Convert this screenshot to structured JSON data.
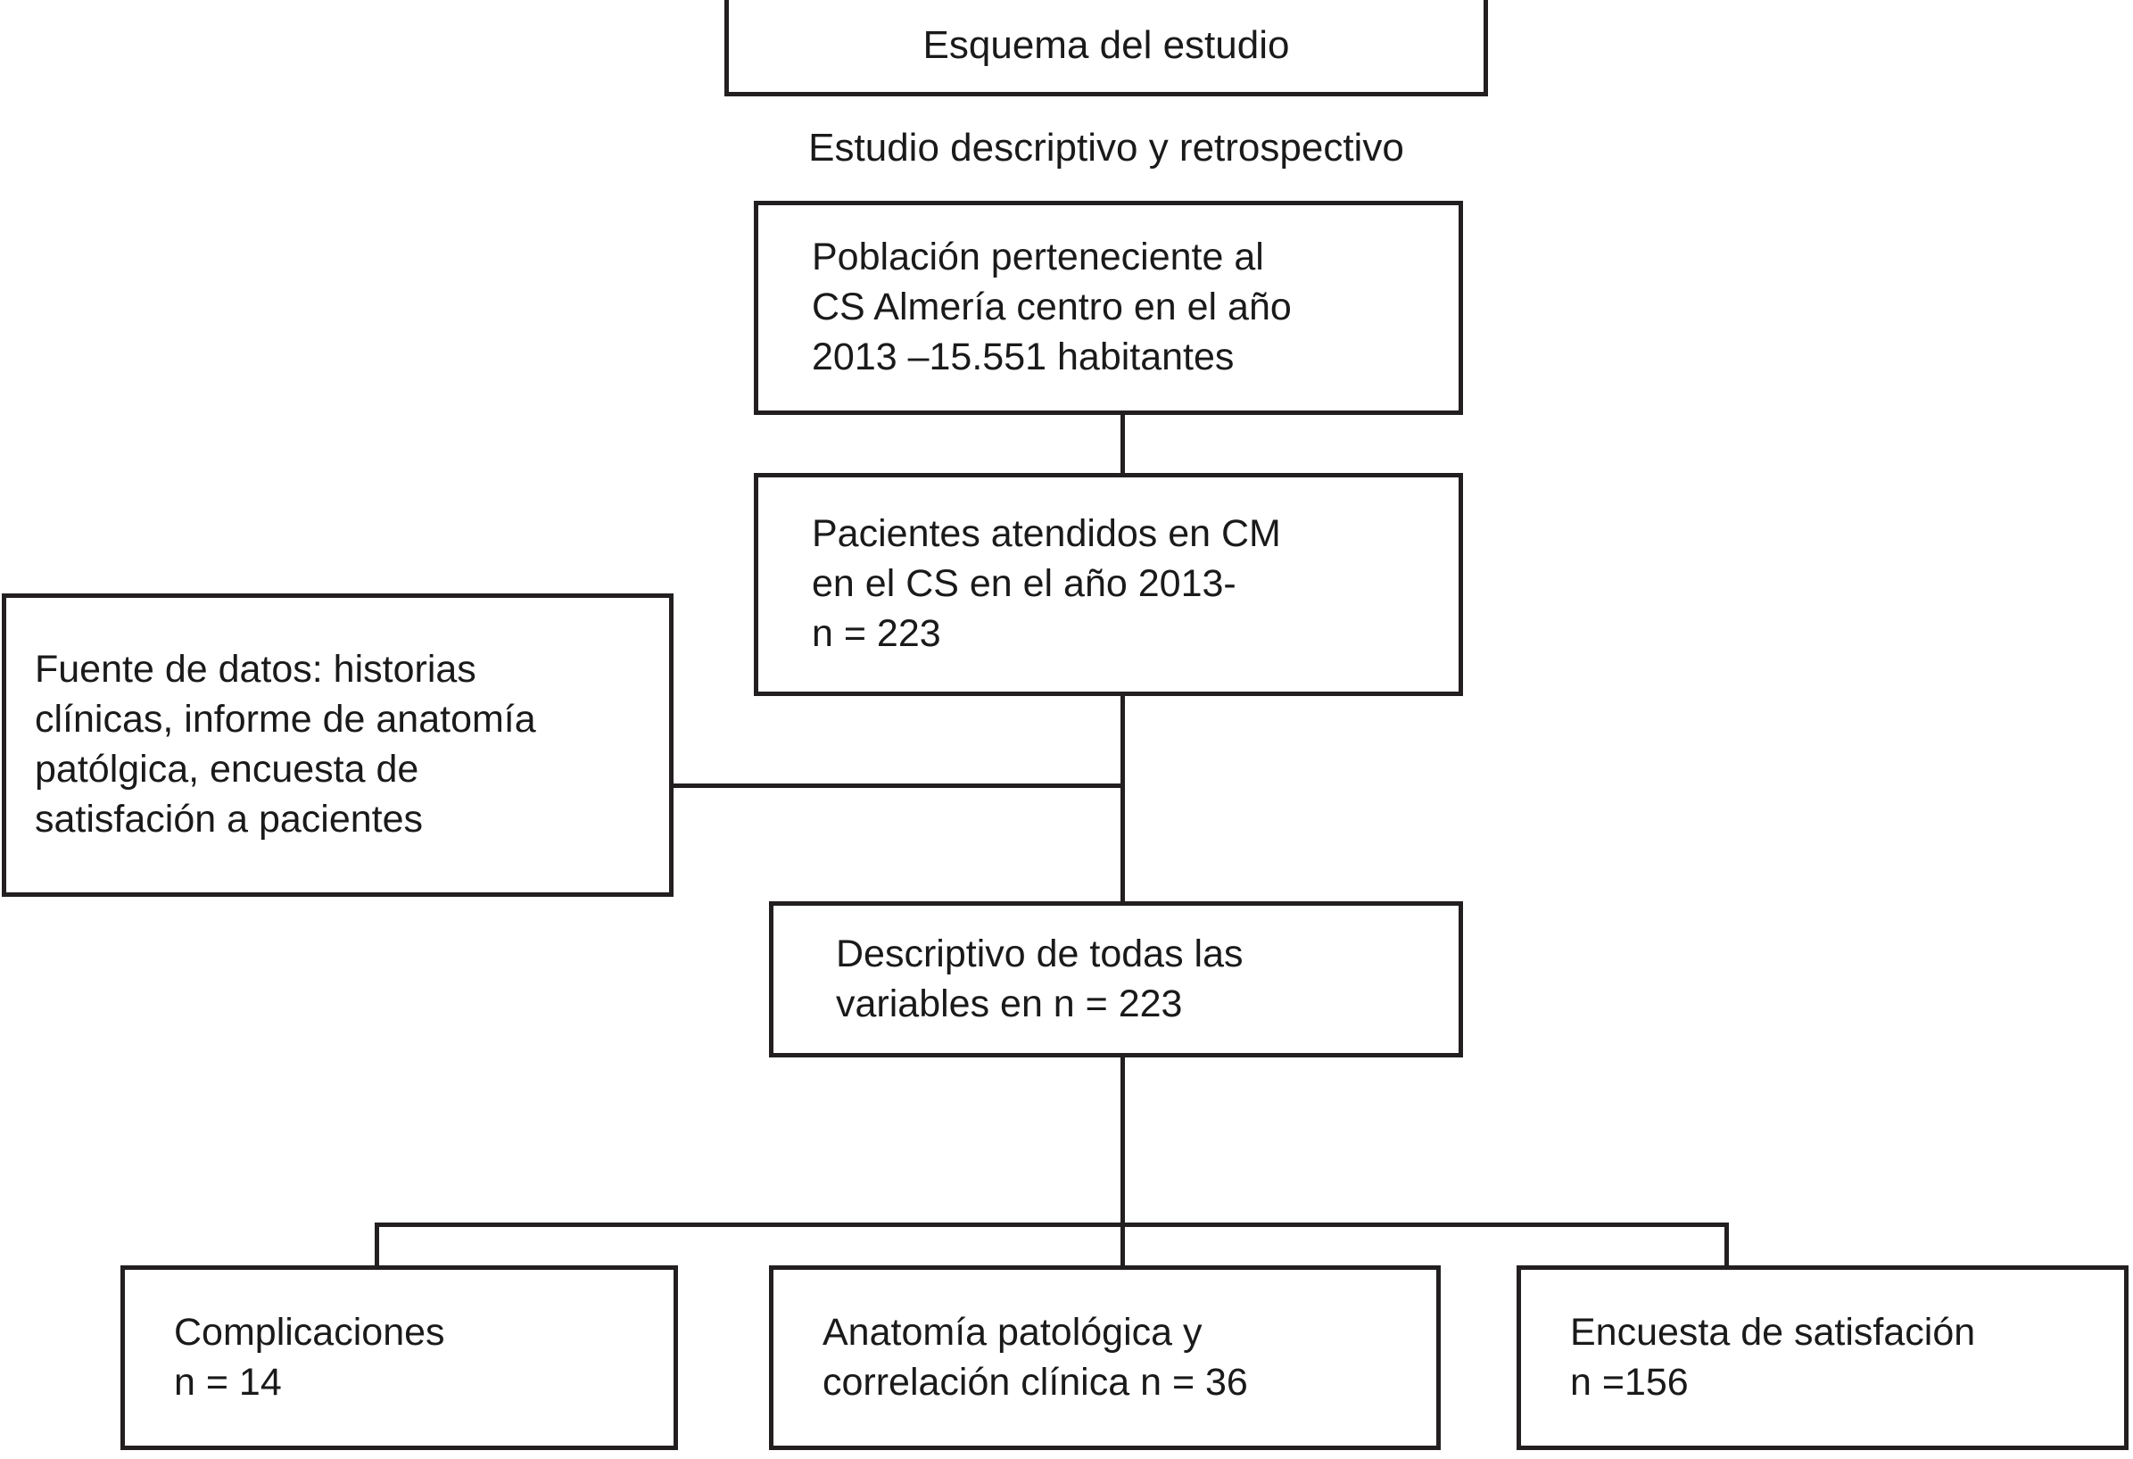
{
  "diagram": {
    "title": "Esquema del estudio",
    "subtitle": "Estudio descriptivo y retrospectivo",
    "nodes": {
      "poblacion": "Población perteneciente al\nCS  Almería centro en el año\n2013 –15.551 habitantes",
      "pacientes": "Pacientes atendidos en CM\nen el CS en el año 2013-\nn = 223",
      "fuente": "Fuente de datos: historias\nclínicas, informe de anatomía\npatólgica, encuesta de\nsatisfación a pacientes",
      "descriptivo": "Descriptivo de todas las\nvariables en n = 223",
      "complicaciones": "Complicaciones\nn = 14",
      "anatomia": "Anatomía patológica y\ncorrelación clínica n = 36",
      "encuesta": "Encuesta de satisfación\nn =156"
    },
    "values": {
      "poblacion_habitantes": "15.551",
      "poblacion_year": "2013",
      "pacientes_n": "223",
      "descriptivo_n": "223",
      "complicaciones_n": "14",
      "anatomia_n": "36",
      "encuesta_n": "156"
    },
    "colors": {
      "stroke": "#231f20",
      "background": "#ffffff",
      "text": "#1a1a1a"
    }
  }
}
